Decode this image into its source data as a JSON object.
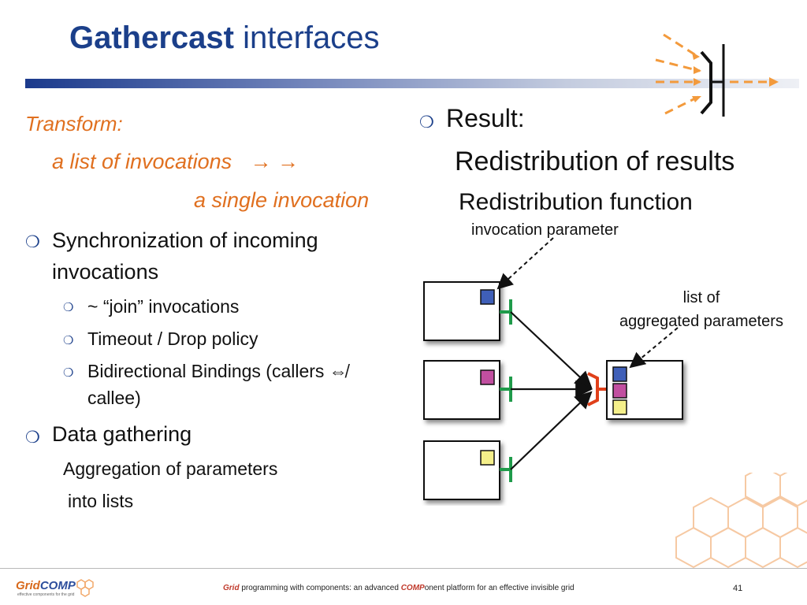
{
  "title": {
    "bold": "Gathercast",
    "rest": " interfaces"
  },
  "left": {
    "transform_label": "Transform:",
    "transform_line1": "a list of invocations",
    "arrows": "→ →",
    "transform_line2": "a single invocation",
    "bullets": [
      {
        "text_line1": "Synchronization of incoming",
        "text_line2": "invocations"
      },
      {
        "text": "Data gathering"
      }
    ],
    "sub_bullets": [
      {
        "text": "~ “join” invocations"
      },
      {
        "text": "Timeout / Drop policy"
      },
      {
        "text_line1": "Bidirectional Bindings (callers ⇎",
        "text_line2": "callee)"
      }
    ],
    "data_line1": "Aggregation of parameters",
    "data_line2": "into lists"
  },
  "right": {
    "result_label": "Result:",
    "redistribution": "Redistribution of results",
    "redistribution_function": "Redistribution function"
  },
  "diagram": {
    "label_invocation_parameter": "invocation parameter",
    "label_list_of": "list of",
    "label_aggregated": "aggregated parameters",
    "colors": {
      "blue": "#3f5fb8",
      "magenta": "#c14fa0",
      "yellow": "#f4ef8a",
      "green": "#1f9a4a",
      "red": "#e0401a",
      "orange": "#f39a3c"
    }
  },
  "footer": {
    "logo_grid": "Grid",
    "logo_comp": "COMP",
    "logo_subtitle": "effective components for the grid",
    "text_pre_accent": "Grid",
    "text_mid": " programming with components: an advanced ",
    "text_accent2": "COMP",
    "text_post": "onent platform for an effective invisible grid",
    "page_number": "41"
  }
}
